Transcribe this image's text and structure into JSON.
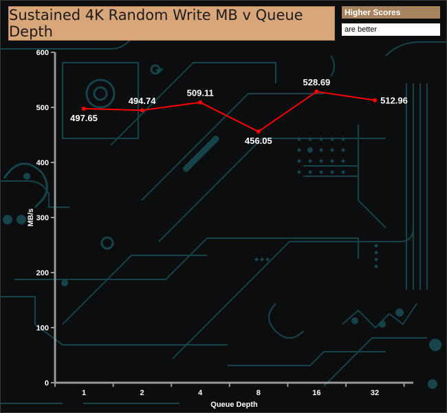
{
  "chart_data": {
    "type": "line",
    "title": "Sustained 4K Random Write MB v Queue Depth",
    "note_lines": [
      "Higher Scores",
      "are better"
    ],
    "xlabel": "Queue Depth",
    "ylabel": "MB/s",
    "categories": [
      "1",
      "2",
      "4",
      "8",
      "16",
      "32"
    ],
    "series": [
      {
        "values": [
          497.65,
          494.74,
          509.11,
          456.05,
          528.69,
          512.96
        ]
      }
    ],
    "data_labels": [
      "497.65",
      "494.74",
      "509.11",
      "456.05",
      "528.69",
      "512.96"
    ],
    "ylim": [
      0,
      600
    ],
    "yticks": [
      "0",
      "100",
      "200",
      "300",
      "400",
      "500",
      "600"
    ],
    "grid": false,
    "legend": "none",
    "colors": {
      "line": "#ff0000",
      "title_bg": "#d9a67a",
      "note_bg": "#a8835f",
      "plot_bg": "#0b0d0e",
      "pattern": "#17434a"
    }
  }
}
